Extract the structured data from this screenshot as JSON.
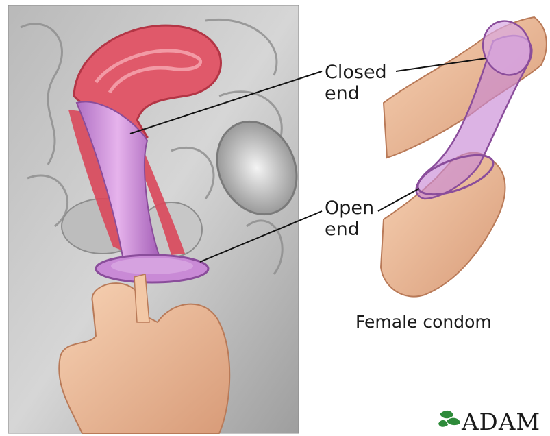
{
  "labels": {
    "closed_end": [
      "Closed",
      "end"
    ],
    "open_end": [
      "Open",
      "end"
    ],
    "caption": "Female condom"
  },
  "logo": {
    "text": "ADAM",
    "icon": "leaf-icon"
  },
  "colors": {
    "uterus": "#e0596a",
    "condom": "#c98ad6",
    "skin": "#f2c19e",
    "panel_gray": "#c9c9c9",
    "leader_line": "#111111",
    "logo_leaf": "#2e8b3a"
  }
}
